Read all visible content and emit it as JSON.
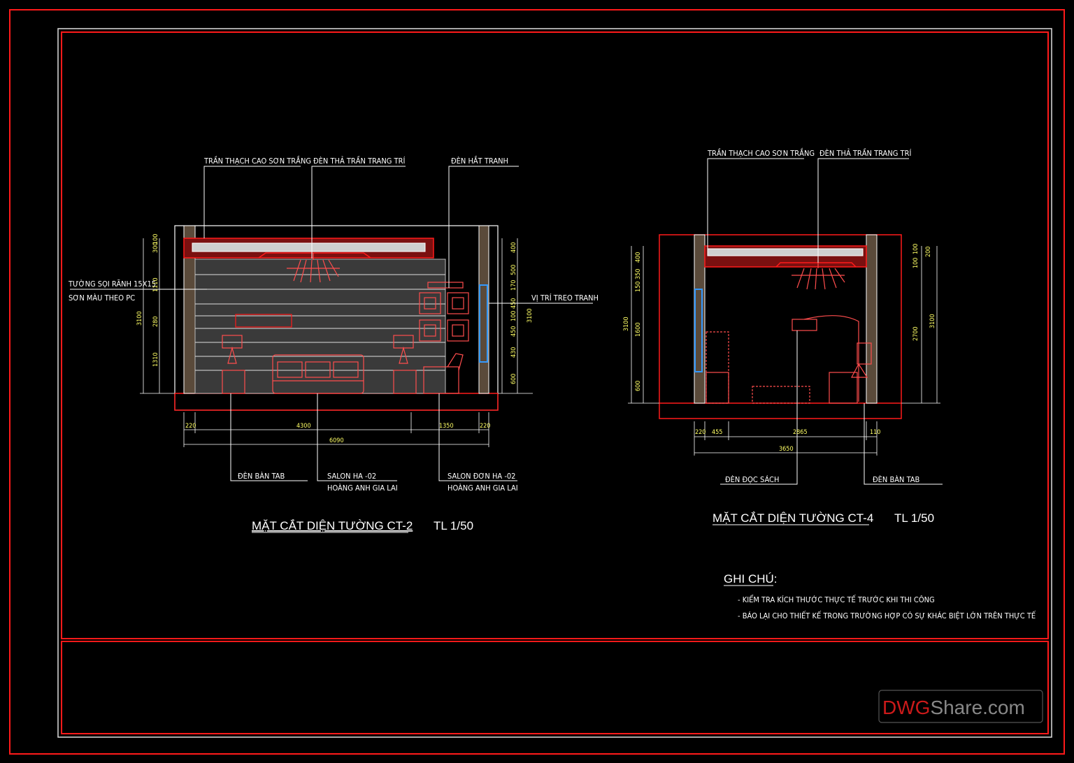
{
  "sheet": {
    "frame_color": "#ff1a1a",
    "line_color": "#ffffff",
    "dim_text_color": "#ffff66",
    "accent_color": "#3399ff"
  },
  "left_section": {
    "title": "MẶT CẮT DIỆN TƯỜNG CT-2",
    "scale": "TL 1/50",
    "labels": {
      "ceiling": "TRẦN THẠCH CAO SƠN TRẮNG",
      "pendant": "ĐÈN THẢ TRẦN TRANG TRÍ",
      "picture_light": "ĐÈN HẮT TRANH",
      "wall_groove": "TƯỜNG SỌI RÃNH 15X15",
      "wall_paint": "SƠN MÀU THEO PC",
      "picture_position": "VỊ TRÍ TREO TRANH",
      "table_lamp": "ĐÈN BÀN TAB",
      "sofa": "SALON HA -02",
      "sofa_maker": "HOÀNG ANH GIA LAI",
      "armchair": "SALON ĐƠN HA -02",
      "armchair_maker": "HOÀNG ANH GIA LAI"
    },
    "dims_bottom": [
      "220",
      "4300",
      "1350",
      "220"
    ],
    "dim_total": "6090",
    "dims_left": [
      "300",
      "100",
      "1110",
      "280",
      "1310"
    ],
    "dim_left_total": "3100",
    "dims_right": [
      "400",
      "500",
      "170",
      "450",
      "100",
      "450",
      "430",
      "600"
    ],
    "dim_right_total": "3100"
  },
  "right_section": {
    "title": "MẶT CẮT DIỆN TƯỜNG CT-4",
    "scale": "TL 1/50",
    "labels": {
      "ceiling": "TRẦN THẠCH CAO SƠN TRẮNG",
      "pendant": "ĐÈN THẢ TRẦN TRANG TRÍ",
      "reading_lamp": "ĐÈN ĐỌC SÁCH",
      "table_lamp": "ĐÈN BÀN TAB"
    },
    "dims_bottom": [
      "220",
      "455",
      "2865",
      "110"
    ],
    "dim_total": "3650",
    "dims_left": [
      "400",
      "350",
      "150",
      "1600",
      "600"
    ],
    "dim_left_total": "3100",
    "dims_right": [
      "100",
      "100",
      "2700"
    ],
    "dim_right_small": "200",
    "dim_right_total": "3100"
  },
  "notes": {
    "heading": "GHI CHÚ:",
    "items": [
      "- KIỂM TRA KÍCH THƯỚC THỰC TẾ TRƯỚC KHI THI CÔNG",
      "- BÁO LẠI CHO THIẾT KẾ TRONG TRƯỜNG HỢP CÓ SỰ KHÁC BIỆT LỚN TRÊN THỰC TẾ"
    ]
  },
  "watermark": {
    "part1": "DWG",
    "part2": "Share.com"
  }
}
